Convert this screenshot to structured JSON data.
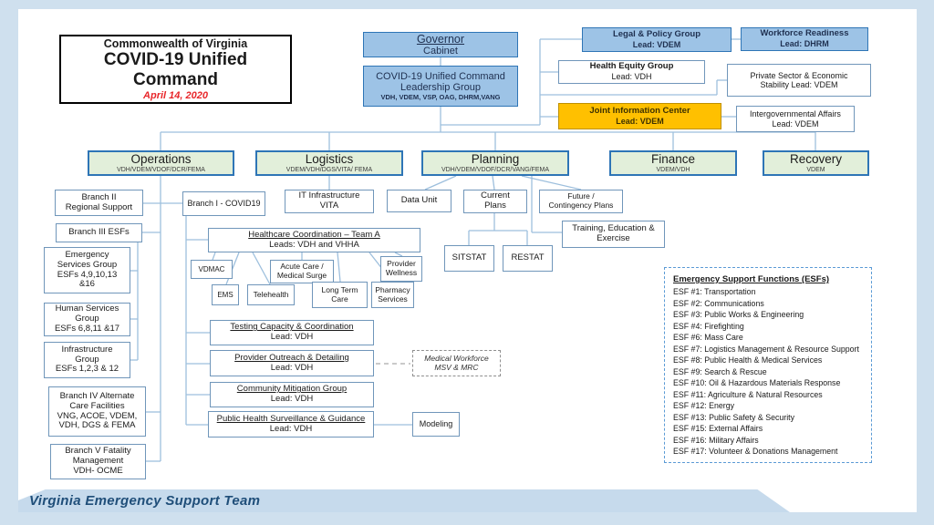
{
  "title_box": {
    "org": "Commonwealth of Virginia",
    "title": "COVID-19 Unified Command",
    "date": "April 14, 2020"
  },
  "command": {
    "governor": {
      "title": "Governor",
      "sub": "Cabinet"
    },
    "leadership": {
      "lines": [
        "COVID-19 Unified Command",
        "Leadership Group"
      ],
      "agencies": "VDH, VDEM, VSP, OAG, DHRM,VANG"
    },
    "legal_policy": {
      "title": "Legal & Policy Group",
      "lead": "Lead: VDEM"
    },
    "workforce_readiness": {
      "title": "Workforce Readiness",
      "lead": "Lead: DHRM"
    },
    "health_equity": {
      "title": "Health Equity Group",
      "lead": "Lead: VDH"
    },
    "private_sector": {
      "lines": [
        "Private Sector & Economic",
        "Stability Lead: VDEM"
      ]
    },
    "joint_information": {
      "title": "Joint Information Center",
      "lead": "Lead: VDEM"
    },
    "intergovernmental": {
      "title": "Intergovernmental Affairs",
      "lead": "Lead: VDEM"
    }
  },
  "sections": {
    "operations": {
      "title": "Operations",
      "agencies": "VDH/VDEM/VDOF/DCR/FEMA"
    },
    "logistics": {
      "title": "Logistics",
      "agencies": "VDEM/VDH/DGS/VITA/ FEMA"
    },
    "planning": {
      "title": "Planning",
      "agencies": "VDH/VDEM/VDOF/DCR/VANG/FEMA"
    },
    "finance": {
      "title": "Finance",
      "agencies": "VDEM/VDH"
    },
    "recovery": {
      "title": "Recovery",
      "agencies": "VDEM"
    }
  },
  "operations_branch": {
    "branch2": {
      "lines": [
        "Branch II",
        "Regional Support"
      ]
    },
    "branch3": {
      "title": "Branch III ESFs"
    },
    "emergency_services": {
      "lines": [
        "Emergency",
        "Services Group",
        "ESFs 4,9,10,13",
        "&16"
      ]
    },
    "human_services": {
      "lines": [
        "Human Services",
        "Group",
        "ESFs 6,8,11 &17"
      ]
    },
    "infrastructure": {
      "lines": [
        "Infrastructure",
        "Group",
        "ESFs 1,2,3 & 12"
      ]
    },
    "branch4": {
      "lines": [
        "Branch IV Alternate",
        "Care Facilities",
        "VNG, ACOE, VDEM,",
        "VDH, DGS & FEMA"
      ]
    },
    "branch5": {
      "lines": [
        "Branch V Fatality",
        "Management",
        "VDH- OCME"
      ]
    },
    "branch1": {
      "title": "Branch I - COVID19"
    }
  },
  "units": {
    "it_infrastructure": {
      "lines": [
        "IT Infrastructure",
        "VITA"
      ]
    },
    "data_unit": "Data Unit",
    "current_plans": {
      "lines": [
        "Current",
        "Plans"
      ]
    },
    "future_plans": {
      "lines": [
        "Future /",
        "Contingency Plans"
      ]
    },
    "training": {
      "lines": [
        "Training, Education &",
        "Exercise"
      ]
    },
    "sitstat": "SITSTAT",
    "restat": "RESTAT"
  },
  "healthcare": {
    "team": {
      "title": "Healthcare Coordination – Team A",
      "sub": "Leads: VDH and VHHA"
    },
    "vdmac": "VDMAC",
    "acute": {
      "lines": [
        "Acute Care /",
        "Medical Surge"
      ]
    },
    "provider_wellness": {
      "lines": [
        "Provider",
        "Wellness"
      ]
    },
    "ems": "EMS",
    "telehealth": "Telehealth",
    "long_term": {
      "lines": [
        "Long Term",
        "Care"
      ]
    },
    "pharmacy": {
      "lines": [
        "Pharmacy",
        "Services"
      ]
    },
    "testing": {
      "title": "Testing Capacity & Coordination",
      "sub": "Lead: VDH"
    },
    "provider_outreach": {
      "title": "Provider Outreach & Detailing",
      "sub": "Lead: VDH"
    },
    "community_mitigation": {
      "title": "Community Mitigation Group",
      "sub": "Lead: VDH"
    },
    "surveillance": {
      "title": "Public Health Surveillance & Guidance",
      "sub": "Lead: VDH"
    },
    "medical_workforce": {
      "lines": [
        "Medical Workforce",
        "MSV & MRC"
      ]
    },
    "modeling": "Modeling"
  },
  "esf": {
    "title": "Emergency Support Functions (ESFs)",
    "items": [
      "ESF #1: Transportation",
      "ESF #2: Communications",
      "ESF #3: Public Works & Engineering",
      "ESF #4: Firefighting",
      "ESF #6: Mass Care",
      "ESF #7: Logistics Management & Resource Support",
      "ESF #8: Public Health & Medical Services",
      "ESF #9: Search & Rescue",
      "ESF #10: Oil & Hazardous Materials Response",
      "ESF #11: Agriculture & Natural Resources",
      "ESF #12: Energy",
      "ESF #13: Public Safety & Security",
      "ESF #15: External Affairs",
      "ESF #16: Military Affairs",
      "ESF #17: Volunteer & Donations Management"
    ]
  },
  "footer": {
    "text": "Virginia Emergency Support Team"
  },
  "colors": {
    "frame": "#cfe0ee",
    "box_blue": "#9dc3e6",
    "box_green": "#e2efda",
    "box_orange": "#ffc000",
    "border_accent": "#2e75b6",
    "connector": "#9dbfdd",
    "date_red": "#e8262a",
    "footer_navy": "#1f4e79"
  }
}
